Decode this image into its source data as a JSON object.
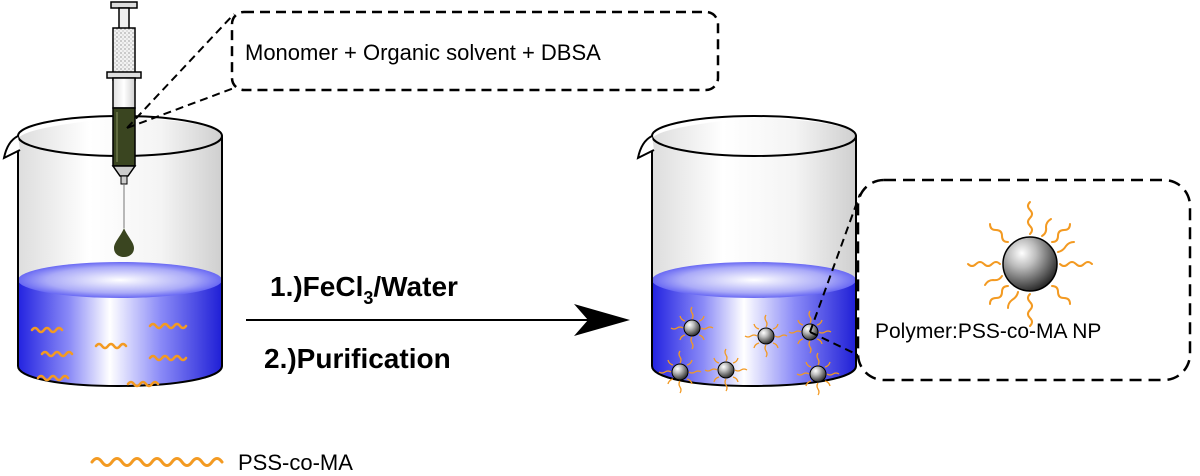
{
  "callout_syringe": {
    "text": "Monomer + Organic solvent + DBSA"
  },
  "callout_np": {
    "text": "Polymer:PSS-co-MA NP"
  },
  "reaction": {
    "step1_prefix": "1.)FeCl",
    "step1_sub": "3",
    "step1_suffix": "/Water",
    "step2": "2.)Purification"
  },
  "legend": {
    "label": "PSS-co-MA"
  },
  "colors": {
    "water": "#3b3bf5",
    "syringe_liquid": "#3a4520",
    "polymer_chain": "#f39a22",
    "nanoparticle": "#555555"
  }
}
